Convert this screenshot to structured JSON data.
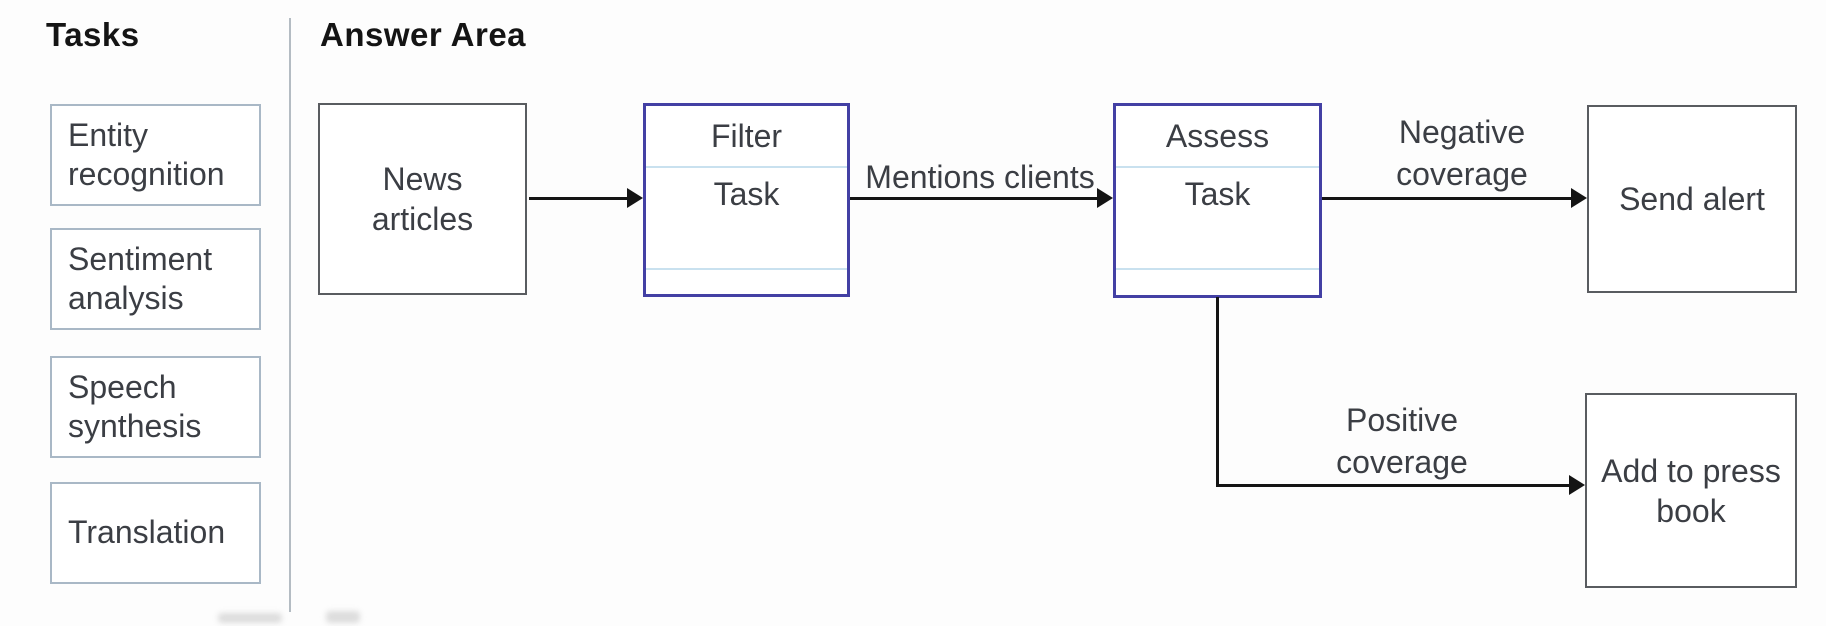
{
  "tasks": {
    "title": "Tasks",
    "items": [
      {
        "id": "entity-recognition",
        "label": "Entity recognition"
      },
      {
        "id": "sentiment-analysis",
        "label": "Sentiment analysis"
      },
      {
        "id": "speech-synthesis",
        "label": "Speech synthesis"
      },
      {
        "id": "translation",
        "label": "Translation"
      }
    ]
  },
  "answer_area": {
    "title": "Answer Area",
    "nodes": {
      "news": {
        "label": "News articles"
      },
      "filter": {
        "title": "Filter",
        "slot_label": "Task"
      },
      "assess": {
        "title": "Assess",
        "slot_label": "Task"
      },
      "send_alert": {
        "label": "Send alert"
      },
      "press_book": {
        "label": "Add to press book"
      }
    },
    "edge_labels": {
      "mentions_clients": "Mentions clients",
      "negative_coverage": "Negative coverage",
      "positive_coverage": "Positive coverage"
    }
  },
  "colors": {
    "drop_zone_border": "#4340a4",
    "static_node_border": "#595c60",
    "task_item_border": "#a9b8c6",
    "panel_divider": "#b4bcc3",
    "slot_divider": "#c9e1ef",
    "arrow": "#141414",
    "text": "#3b3e44"
  }
}
